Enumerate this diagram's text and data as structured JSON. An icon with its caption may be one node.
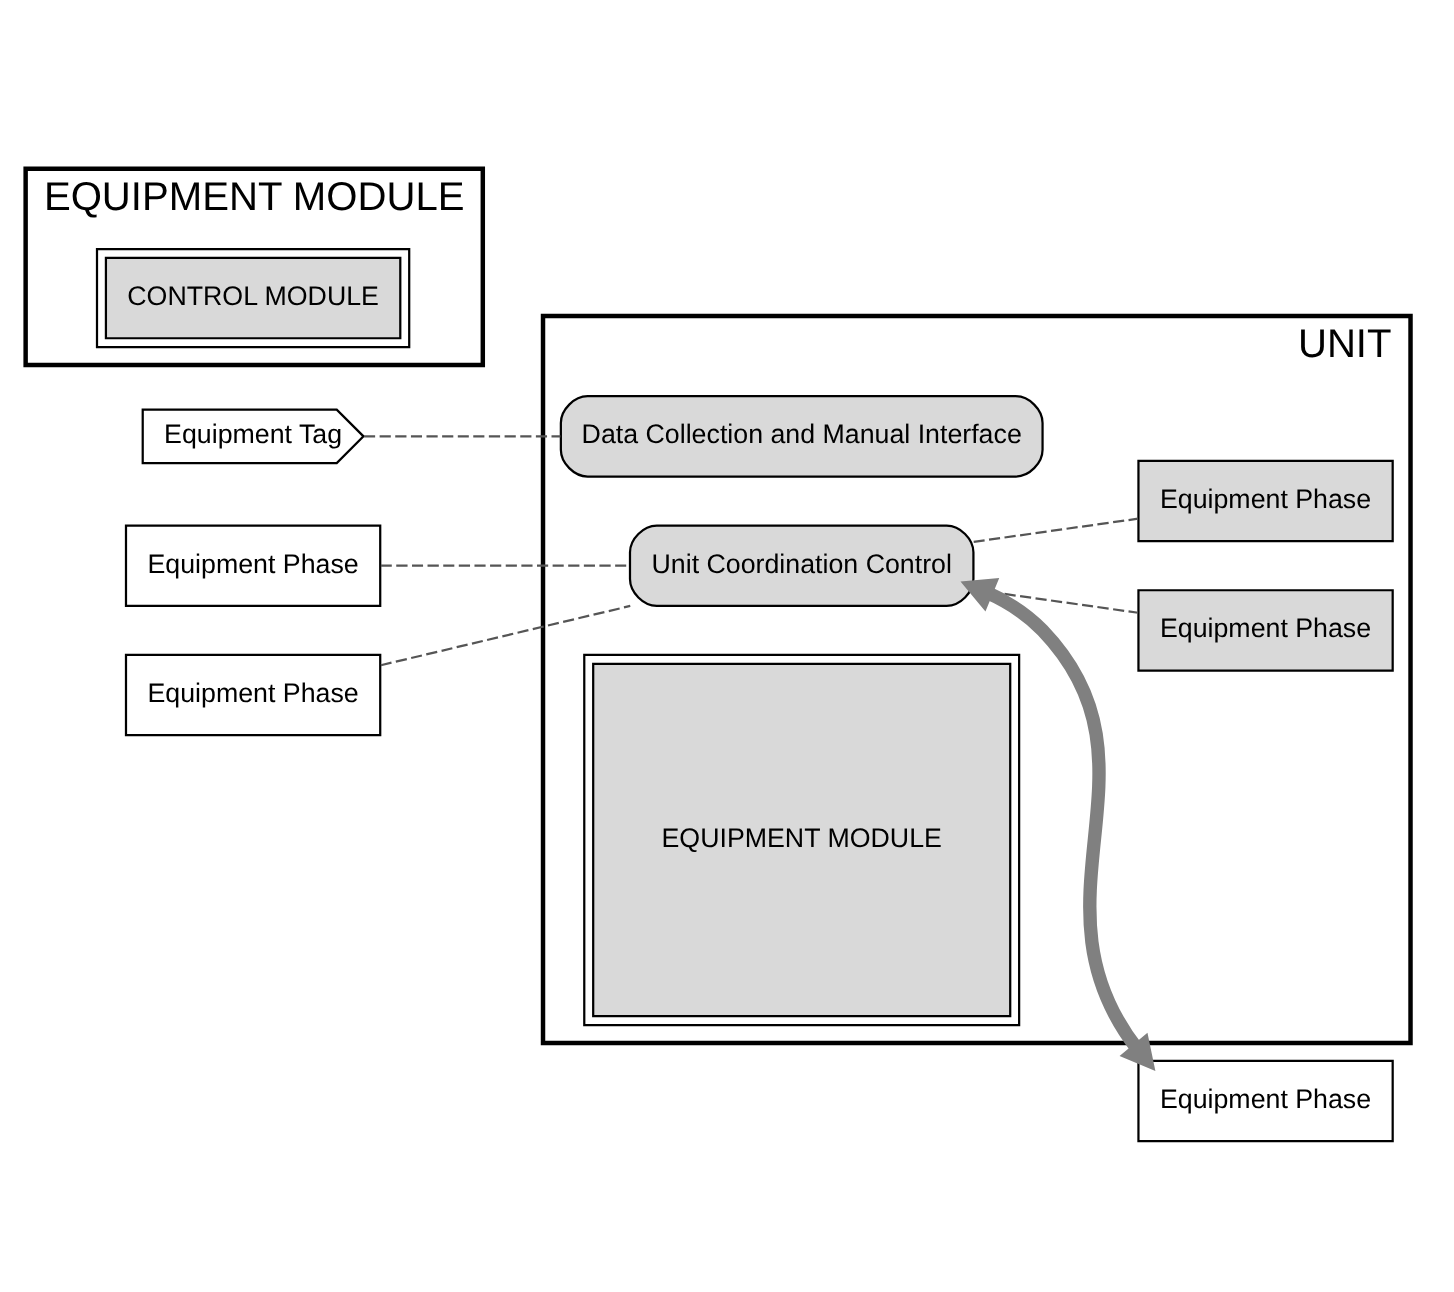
{
  "diagram": {
    "nodes": [
      {
        "text": [
          "UNIT"
        ]
      },
      {
        "text": [
          "Equipment Tag"
        ]
      },
      {
        "text": [
          "Data Collection and Manual Interface"
        ],
        "in": 0
      },
      {
        "text": [
          "Unit Coordination Control"
        ],
        "in": 0
      },
      {
        "text": [
          "EQUIPMENT MODULE"
        ],
        "in": 0
      },
      {
        "text": [
          "Equipment Phase"
        ]
      },
      {
        "text": [
          "Equipment Phase"
        ]
      },
      {
        "text": [
          "Equipment Phase"
        ],
        "in": 0
      },
      {
        "text": [
          "Equipment Phase"
        ],
        "in": 0
      },
      {
        "text": [
          "Equipment Phase"
        ]
      },
      {
        "text": [
          "EQUIPMENT MODULE"
        ]
      },
      {
        "text": [
          "CONTROL MODULE"
        ],
        "in": 10
      }
    ],
    "edges": [
      {
        "from": 1,
        "to": 2,
        "arrow": "none",
        "style": "dashed"
      },
      {
        "from": 5,
        "to": 3,
        "arrow": "none",
        "style": "dashed"
      },
      {
        "from": 3,
        "to": 7,
        "arrow": "none",
        "style": "dashed"
      },
      {
        "from": 6,
        "to": 3,
        "arrow": "none",
        "style": "dashed"
      },
      {
        "from": 3,
        "to": 8,
        "arrow": "none",
        "style": "dashed"
      },
      {
        "from": 3,
        "to": 9,
        "arrow": "both",
        "style": "thick",
        "color": "#808080"
      }
    ]
  }
}
